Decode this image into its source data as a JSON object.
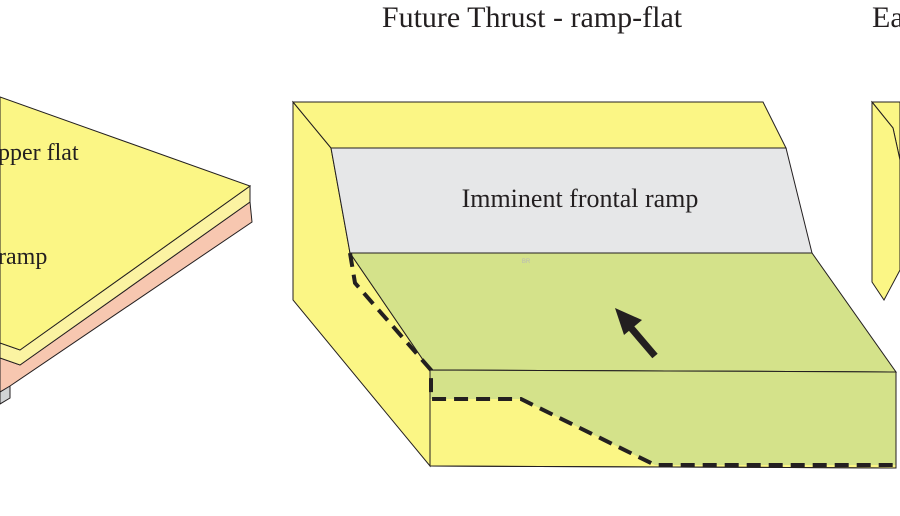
{
  "titles": {
    "center": "Future Thrust - ramp-flat",
    "right_partial": "Ea"
  },
  "left_panel": {
    "label_top": "pper flat",
    "label_bottom": "ramp"
  },
  "center_panel": {
    "ramp_label": "Imminent frontal  ramp",
    "watermark": "BR"
  },
  "colors": {
    "yellow": "#fbf685",
    "yellow_light": "#fbf3a2",
    "pink": "#f7c7b0",
    "grey_face": "#e6e7e8",
    "green": "#d4e28a",
    "outline": "#231f20",
    "arrow": "#231f20",
    "thrust_line": "#231f20"
  }
}
